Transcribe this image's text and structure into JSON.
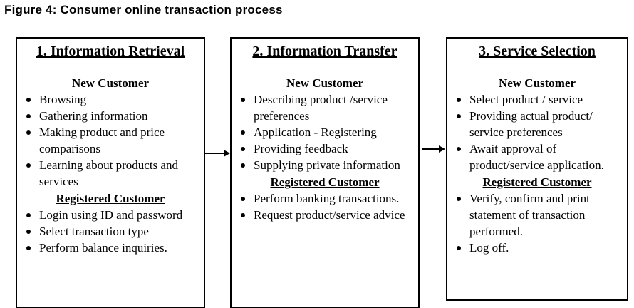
{
  "figure_title": "Figure 4: Consumer online transaction process",
  "stages": [
    {
      "title": "1. Information Retrieval",
      "new_heading": "New Customer",
      "new_items": [
        "Browsing",
        "Gathering information",
        "Making product and price comparisons",
        "Learning about products and services"
      ],
      "reg_heading": "Registered Customer",
      "reg_items": [
        "Login using ID and password",
        "Select transaction type",
        "Perform balance inquiries."
      ]
    },
    {
      "title": "2. Information Transfer",
      "new_heading": "New Customer",
      "new_items": [
        "Describing product /service preferences",
        "Application - Registering",
        "Providing feedback",
        "Supplying private information"
      ],
      "reg_heading": "Registered Customer",
      "reg_items": [
        "Perform banking transactions.",
        "Request product/service advice"
      ]
    },
    {
      "title": "3. Service Selection",
      "new_heading": "New Customer",
      "new_items": [
        "Select product / service",
        "Providing actual product/ service preferences",
        "Await approval of product/service application."
      ],
      "reg_heading": "Registered Customer",
      "reg_items": [
        "Verify, confirm and print statement of transaction performed.",
        "Log off."
      ]
    }
  ]
}
